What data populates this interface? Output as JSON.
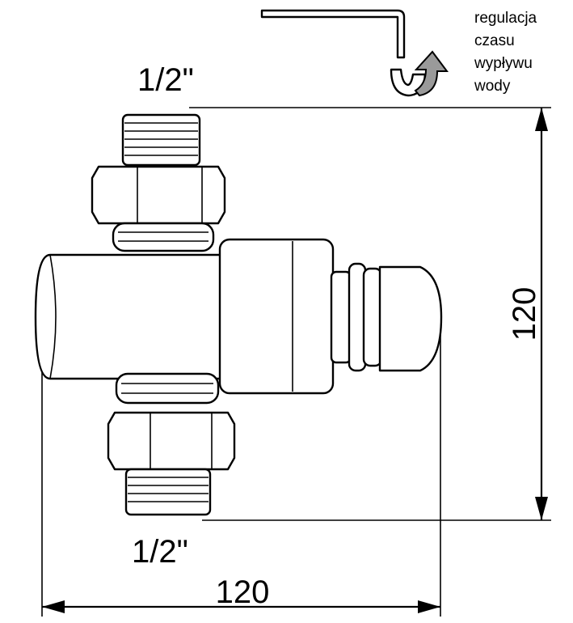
{
  "labels": {
    "top_thread": "1/2\"",
    "bottom_thread": "1/2\"",
    "width_dim": "120",
    "height_dim": "120"
  },
  "note": {
    "lines": [
      "regulacja",
      "czasu",
      "wypływu",
      "wody"
    ]
  },
  "colors": {
    "line": "#000000",
    "arrow_fill": "#9a9a9a",
    "background": "#ffffff"
  },
  "icons": {
    "adjust": "allen-key-icon",
    "rotate": "rotate-arrow-icon"
  }
}
